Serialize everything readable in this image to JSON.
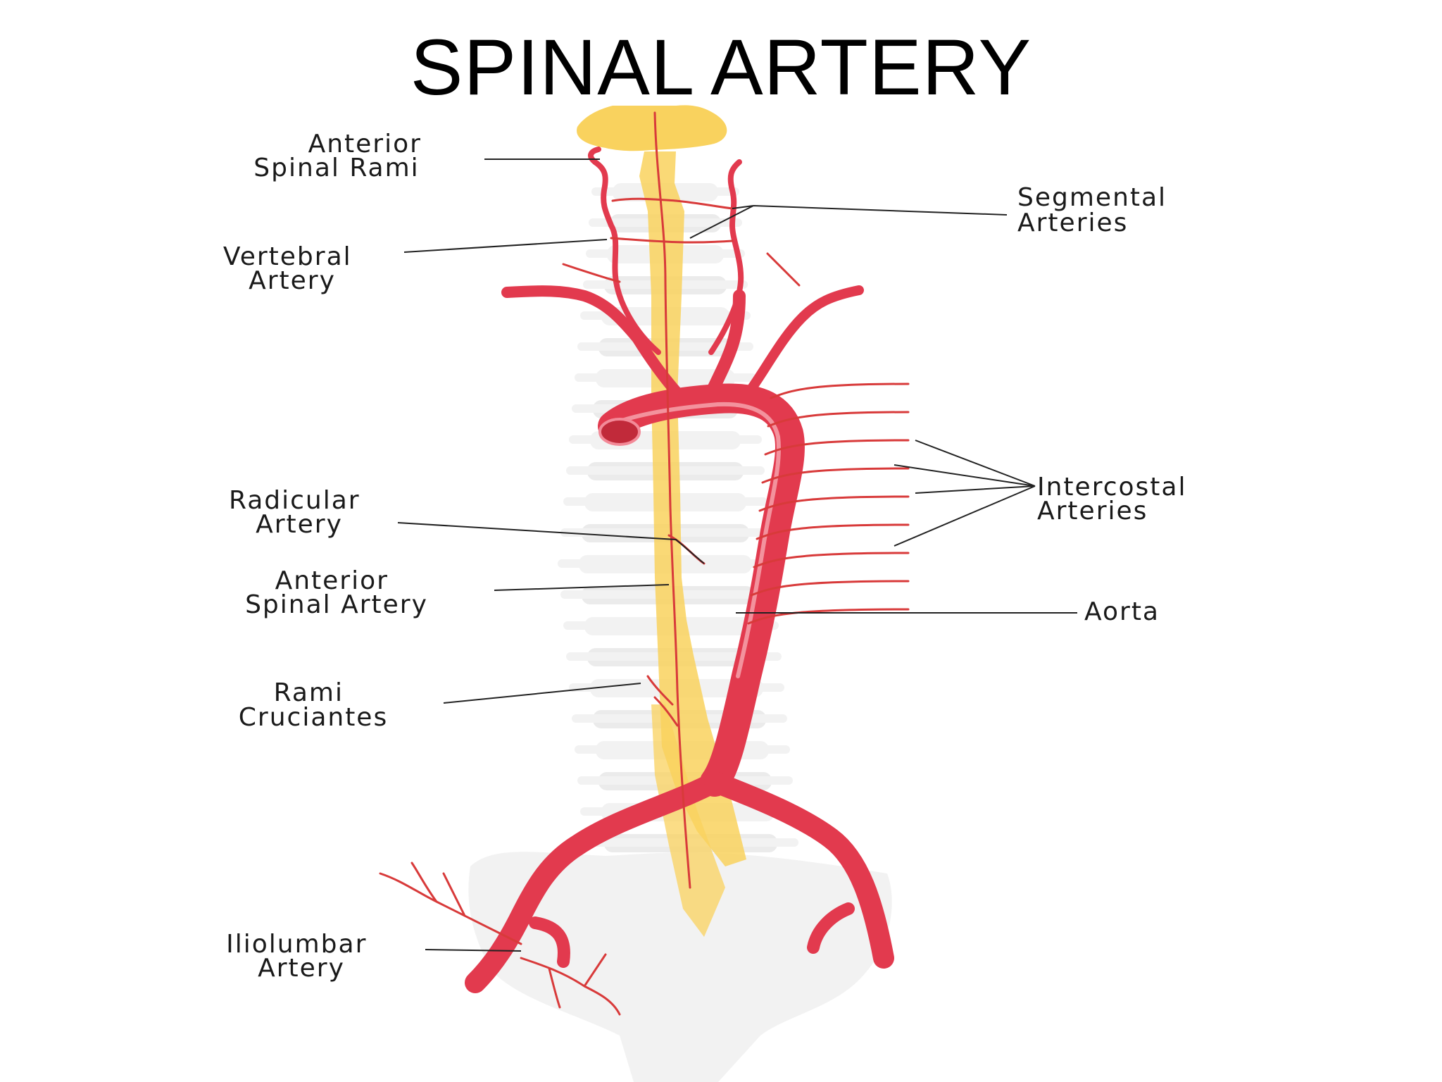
{
  "title": "SPINAL ARTERY",
  "labels": {
    "anterior_spinal_rami": [
      "Anterior",
      "Spinal Rami"
    ],
    "segmental_arteries": [
      "Segmental",
      "Arteries"
    ],
    "vertebral_artery": [
      "Vertebral",
      "Artery"
    ],
    "radicular_artery": [
      "Radicular",
      "Artery"
    ],
    "intercostal_arteries": [
      "Intercostal",
      "Arteries"
    ],
    "anterior_spinal_artery": [
      "Anterior",
      "Spinal Artery"
    ],
    "aorta": [
      "Aorta"
    ],
    "rami_cruciantes": [
      "Rami",
      "Cruciantes"
    ],
    "iliolumbar_artery": [
      "Iliolumbar",
      "Artery"
    ]
  },
  "colors": {
    "artery": "#e23a4e",
    "spinal_cord": "#f9d25e",
    "vertebrae": "#ebebeb"
  }
}
